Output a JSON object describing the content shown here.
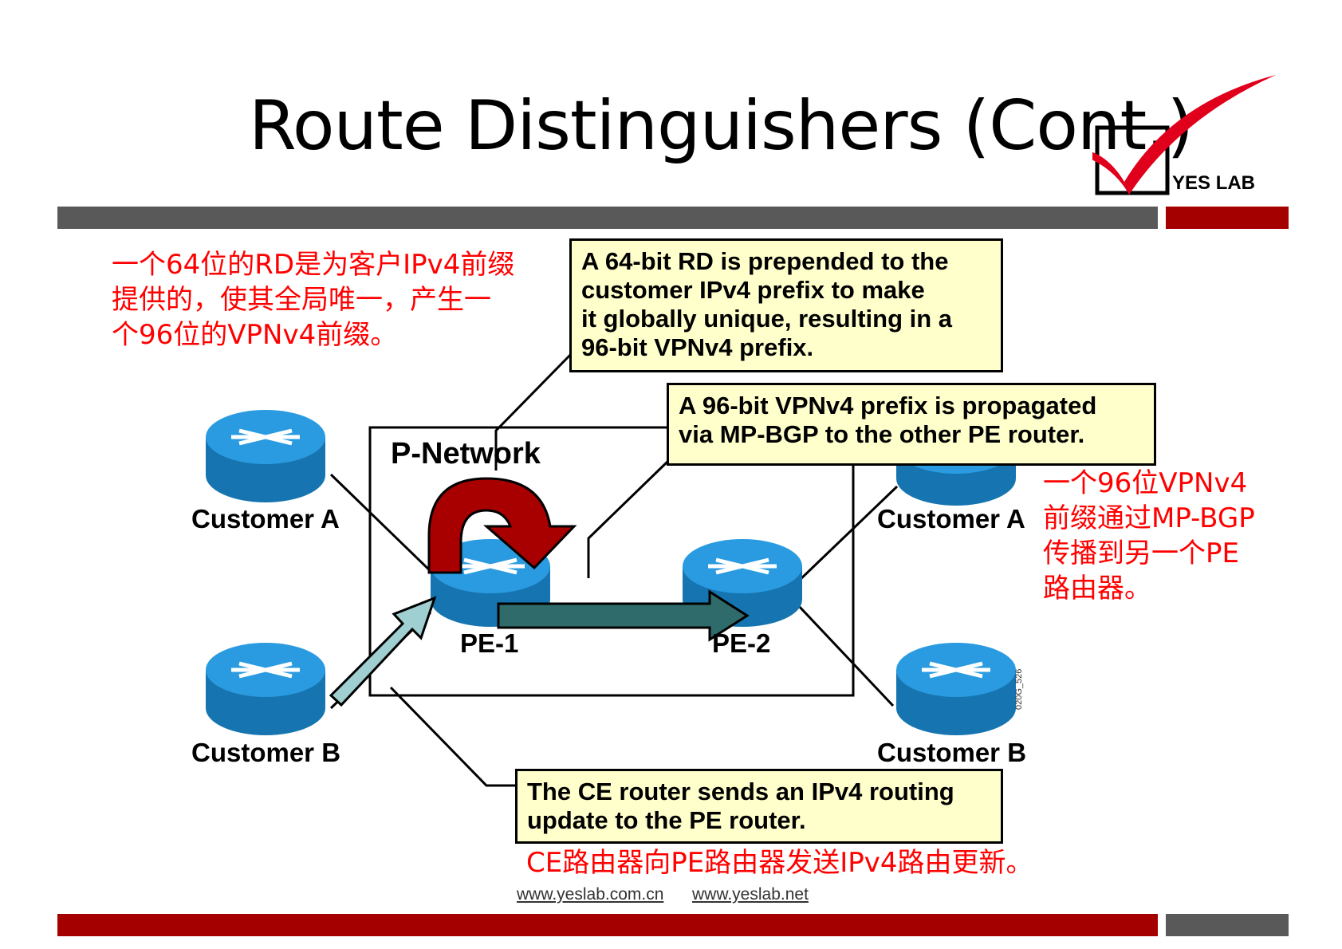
{
  "title": "Route Distinguishers (Cont.)",
  "logo": {
    "text": "YES LAB",
    "check_color": "#e0001b"
  },
  "colors": {
    "bar_gray": "#595959",
    "bar_red": "#a50000",
    "router_blue": "#1b84c4",
    "note_red": "#ff0000",
    "box_fill": "#ffffcc"
  },
  "notes": {
    "rd_cn": [
      "一个64位的RD是为客户IPv4前缀",
      "提供的，使其全局唯一，产生一",
      "个96位的VPNv4前缀。"
    ],
    "prop_cn": [
      "一个96位VPNv4",
      "前缀通过MP-BGP",
      "传播到另一个PE",
      "路由器。"
    ],
    "ce_cn": "CE路由器向PE路由器发送IPv4路由更新。"
  },
  "callouts": {
    "rd": [
      "A 64-bit RD is prepended to the",
      "customer IPv4 prefix to make",
      "it globally unique, resulting in a",
      "96-bit VPNv4 prefix."
    ],
    "propagate": [
      "A 96-bit VPNv4 prefix is propagated",
      "via MP-BGP to the other PE router."
    ],
    "ce": [
      "The CE router sends an IPv4 routing",
      "update to the PE router."
    ]
  },
  "diagram": {
    "cloud_label": "P-Network",
    "routers": {
      "cust_a_left": "Customer A",
      "cust_b_left": "Customer B",
      "pe1": "PE-1",
      "pe2": "PE-2",
      "cust_a_right": "Customer A",
      "cust_b_right": "Customer B"
    },
    "figure_code": "020G_526"
  },
  "footer": {
    "link1": "www.yeslab.com.cn",
    "link2": "www.yeslab.net"
  }
}
